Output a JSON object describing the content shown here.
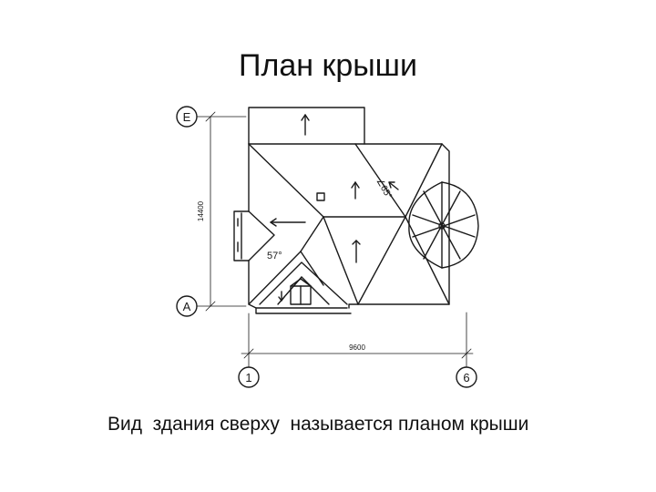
{
  "slide": {
    "title": "План крыши",
    "caption": "Вид  здания сверху  называется планом крыши"
  },
  "drawing": {
    "axis_labels": [
      "Е",
      "А",
      "1",
      "6"
    ],
    "slope_label_1": "∠65°",
    "slope_label_2": "57°",
    "dim_vertical": "14400",
    "dim_horizontal": "9600",
    "line_color": "#1a1a1a"
  }
}
